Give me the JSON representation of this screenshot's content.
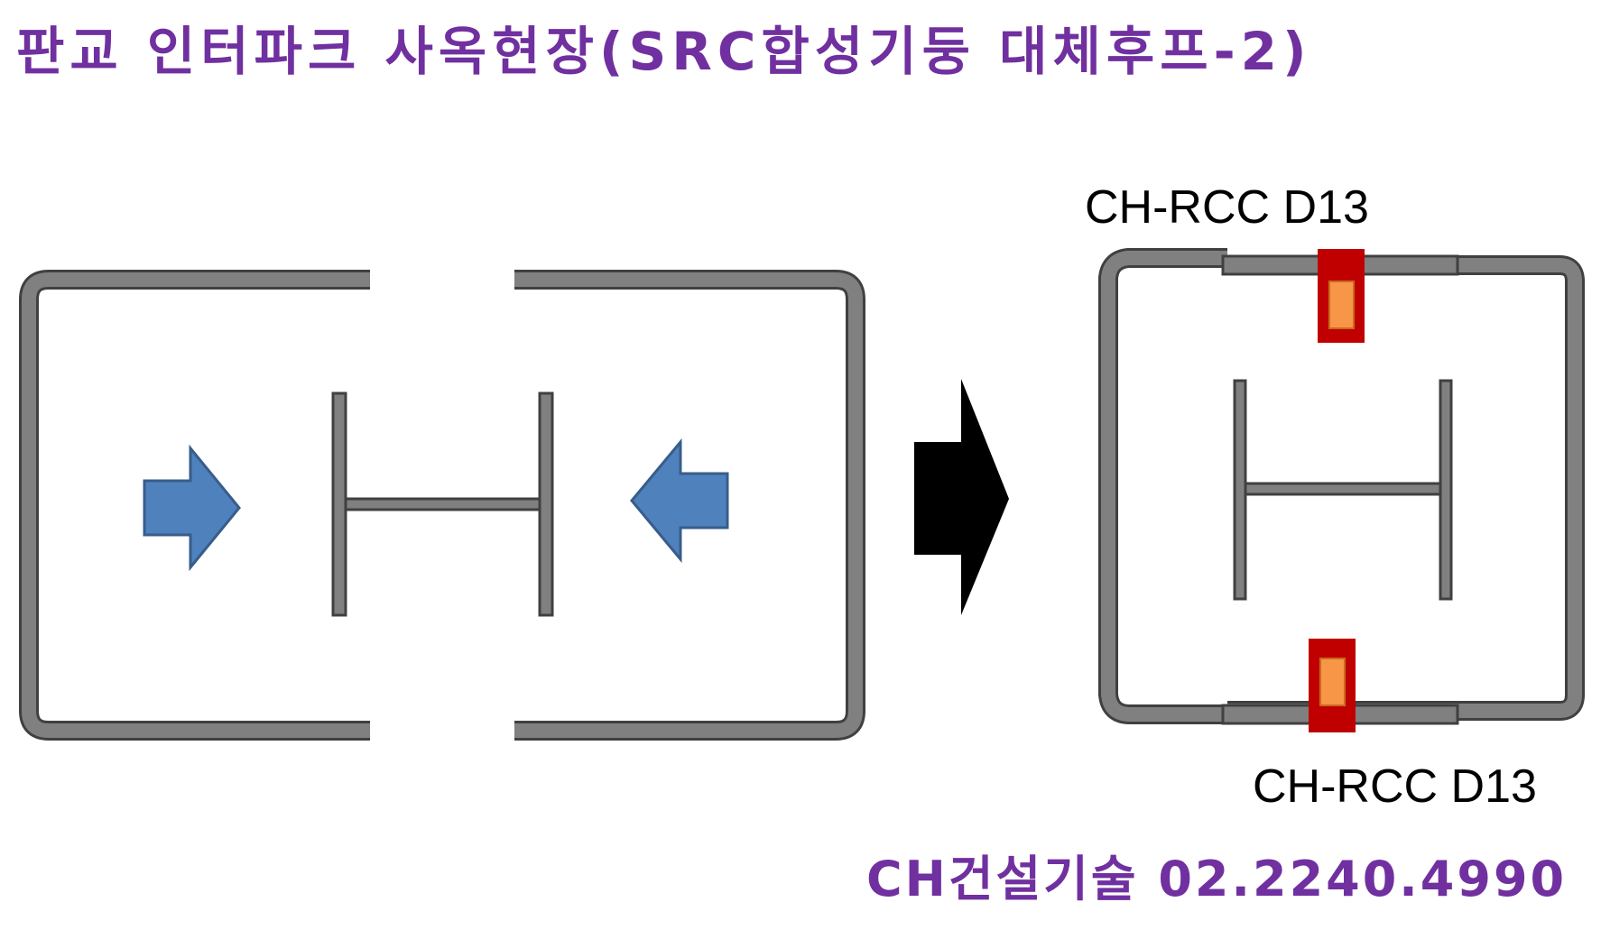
{
  "title": "판교 인터파크 사옥현장(SRC합성기둥 대체후프-2)",
  "labels": {
    "top_connector": "CH-RCC D13",
    "bottom_connector": "CH-RCC D13"
  },
  "footer": {
    "contact": "CH건설기술 02.2240.4990"
  },
  "colors": {
    "text_accent": "#7030a0",
    "rebar_fill": "#808080",
    "rebar_stroke": "#404040",
    "arrow_blue": "#4f81bd",
    "arrow_blue_stroke": "#385d8a",
    "arrow_black": "#000000",
    "coupler_outer": "#c00000",
    "coupler_inner": "#f79646"
  },
  "icons": {
    "push_arrows": "blue-block-arrow-icon",
    "transition_arrow": "black-block-arrow-icon",
    "coupler": "rebar-coupler-icon"
  }
}
